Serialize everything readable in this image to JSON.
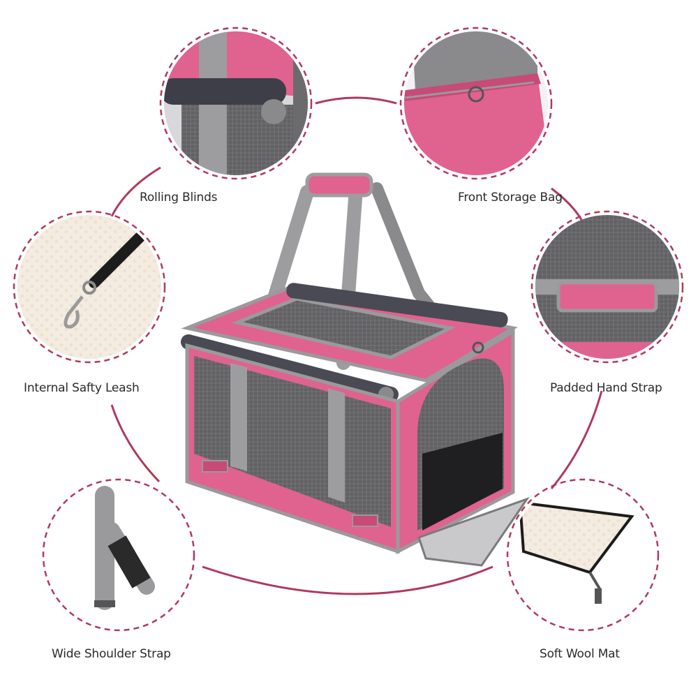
{
  "colors": {
    "accent": "#b0395c",
    "pink": "#e0628f",
    "pink_dark": "#c84a76",
    "mesh": "#6b6b6d",
    "strap": "#9a9a9c",
    "background": "#ffffff"
  },
  "features": {
    "rolling_blinds": "Rolling Blinds",
    "front_storage_bag": "Front Storage Bag",
    "internal_safety_leash": "Internal Safty Leash",
    "padded_hand_strap": "Padded Hand Strap",
    "wide_shoulder_strap": "Wide Shoulder Strap",
    "soft_wool_mat": "Soft Wool Mat"
  }
}
